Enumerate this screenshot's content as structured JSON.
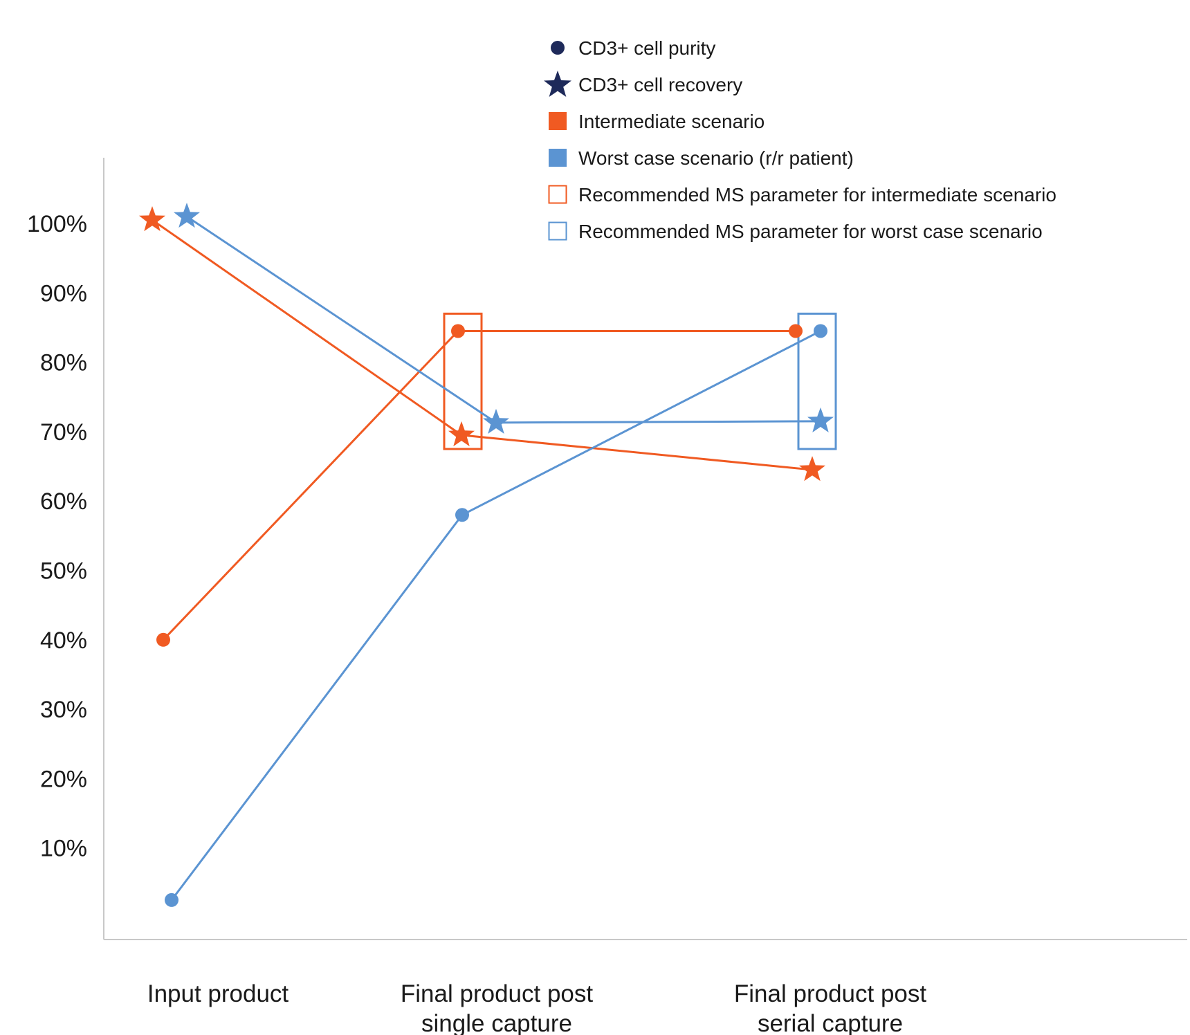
{
  "colors": {
    "intermediate": "#f05a22",
    "worst": "#5b94d2",
    "navy": "#1e2a5a",
    "axis": "#c8c8c8"
  },
  "chart_data": {
    "type": "line",
    "categories": [
      [
        "Input product"
      ],
      [
        "Final product post",
        "single capture"
      ],
      [
        "Final product post",
        "serial capture"
      ]
    ],
    "ylim": [
      0,
      110
    ],
    "yticks": [
      10,
      20,
      30,
      40,
      50,
      60,
      70,
      80,
      90,
      100
    ],
    "ytick_labels": [
      "10%",
      "20%",
      "30%",
      "40%",
      "50%",
      "60%",
      "70%",
      "80%",
      "90%",
      "100%"
    ],
    "series": [
      {
        "name": "CD3+ cell purity (Intermediate scenario)",
        "metric": "purity",
        "scenario": "intermediate",
        "values": [
          40,
          84.5,
          84.5
        ]
      },
      {
        "name": "CD3+ cell recovery (Intermediate scenario)",
        "metric": "recovery",
        "scenario": "intermediate",
        "values": [
          100.5,
          69.5,
          64.5
        ]
      },
      {
        "name": "CD3+ cell purity (Worst case scenario)",
        "metric": "purity",
        "scenario": "worst",
        "values": [
          2.5,
          58,
          84.5
        ]
      },
      {
        "name": "CD3+ cell recovery (Worst case scenario)",
        "metric": "recovery",
        "scenario": "worst",
        "values": [
          101,
          71.3,
          71.5
        ]
      }
    ],
    "highlight_boxes": [
      {
        "scenario": "intermediate",
        "category_index": 1,
        "y_range": [
          67.5,
          87
        ]
      },
      {
        "scenario": "worst",
        "category_index": 2,
        "y_range": [
          67.5,
          87
        ]
      }
    ],
    "legend": [
      {
        "label": "CD3+ cell purity",
        "marker": "circle",
        "color": "navy"
      },
      {
        "label": "CD3+ cell recovery",
        "marker": "star",
        "color": "navy"
      },
      {
        "label": "Intermediate scenario",
        "marker": "square",
        "color": "intermediate"
      },
      {
        "label": "Worst case scenario (r/r patient)",
        "marker": "square",
        "color": "worst"
      },
      {
        "label": "Recommended MS parameter for intermediate scenario",
        "marker": "square-outline",
        "color": "intermediate"
      },
      {
        "label": "Recommended MS parameter for worst case scenario",
        "marker": "square-outline",
        "color": "worst"
      }
    ],
    "legend_position": "top-right",
    "grid": false
  }
}
